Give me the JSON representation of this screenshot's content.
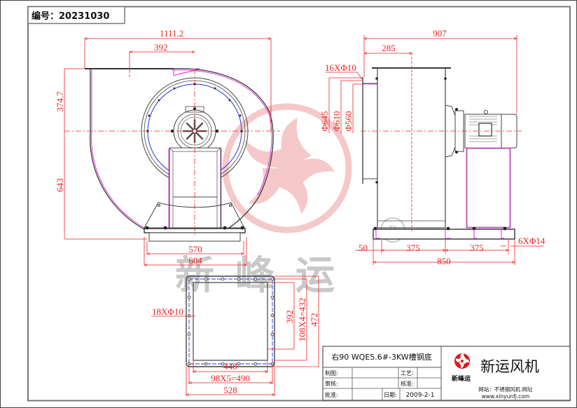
{
  "header": {
    "serial_label": "编号：",
    "serial_number": "20231030",
    "serial_full": "编号：20231030"
  },
  "colors": {
    "dimension": "#ee2222",
    "outline": "#444444",
    "inner_outline": "#dd22dd",
    "bolt_circle": "#2233dd",
    "frame": "#777777",
    "watermark_logo": "#f4c4c4",
    "watermark_text": "#c9c9c9"
  },
  "front_view": {
    "dims": {
      "overall_width": "1111.2",
      "outlet_offset": "392",
      "outlet_height": "374.7",
      "center_height": "643",
      "base_inner": "570",
      "base_outer": "604"
    }
  },
  "side_view": {
    "dims": {
      "overall_length": "907",
      "inlet_offset": "285",
      "inlet_bolts": "16XΦ10",
      "dia_outer": "Φ645",
      "dia_bolt": "Φ610",
      "dia_inner": "Φ560",
      "base_edge": "50",
      "base_span_1": "375",
      "base_span_2": "375",
      "base_total": "850",
      "base_bolts": "6XΦ14"
    }
  },
  "outlet_flange_view": {
    "dims": {
      "bolts": "18XΦ10",
      "inner_height": "392",
      "bolt_pitch_v": "108X4=432",
      "outer_height": "472",
      "inner_width": "448",
      "bolt_pitch_h": "98X5=490",
      "outer_width": "528"
    }
  },
  "watermark": {
    "brand_text": "新峰运",
    "registered_mark": "R"
  },
  "title_block": {
    "model": "右90  WQE5.6#-3KW槽钢底",
    "rows": [
      {
        "label_left": "制图:",
        "value_left": "",
        "label_right": "工艺:",
        "value_right": ""
      },
      {
        "label_left": "审核:",
        "value_left": "",
        "label_right": "核准:",
        "value_right": ""
      }
    ],
    "last_row": {
      "label_left": "批准:",
      "value_left": "",
      "date_label": "日期:",
      "date_value": "2009-2-1"
    },
    "company_name": "新运风机",
    "logo_caption": "新峰运",
    "website_label": "网站：不锈钢风机.网址",
    "website_url": "www.xinyunfj.com"
  }
}
